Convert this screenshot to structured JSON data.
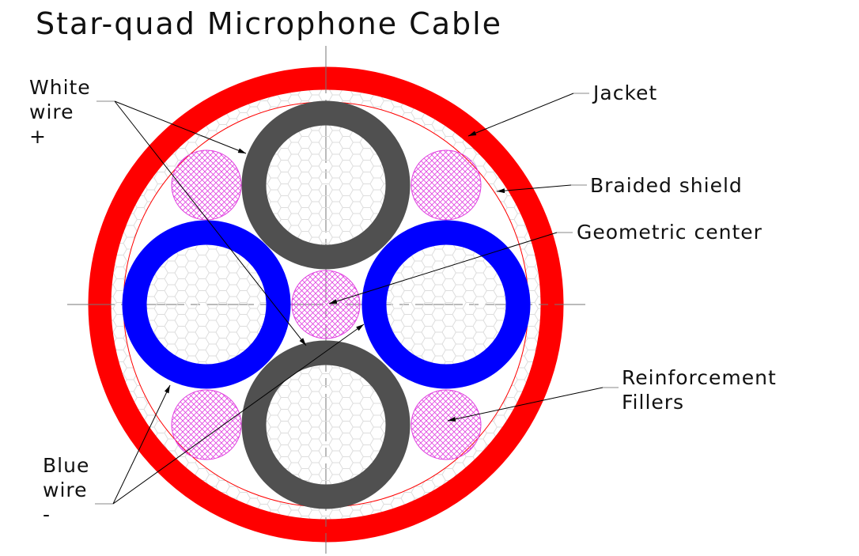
{
  "title": "Star-quad Microphone Cable",
  "labels": {
    "white_wire": [
      "White",
      "wire",
      "+"
    ],
    "blue_wire": [
      "Blue",
      "wire",
      "-"
    ],
    "jacket": "Jacket",
    "braided_shield": "Braided shield",
    "geometric_center": "Geometric center",
    "reinforcement_fillers": [
      "Reinforcement",
      "Fillers"
    ]
  },
  "colors": {
    "jacket": "#ff0000",
    "white_wire": "#505050",
    "blue_wire": "#0000ff",
    "filler": "#e040e0",
    "shield_line": "#ff0000"
  }
}
